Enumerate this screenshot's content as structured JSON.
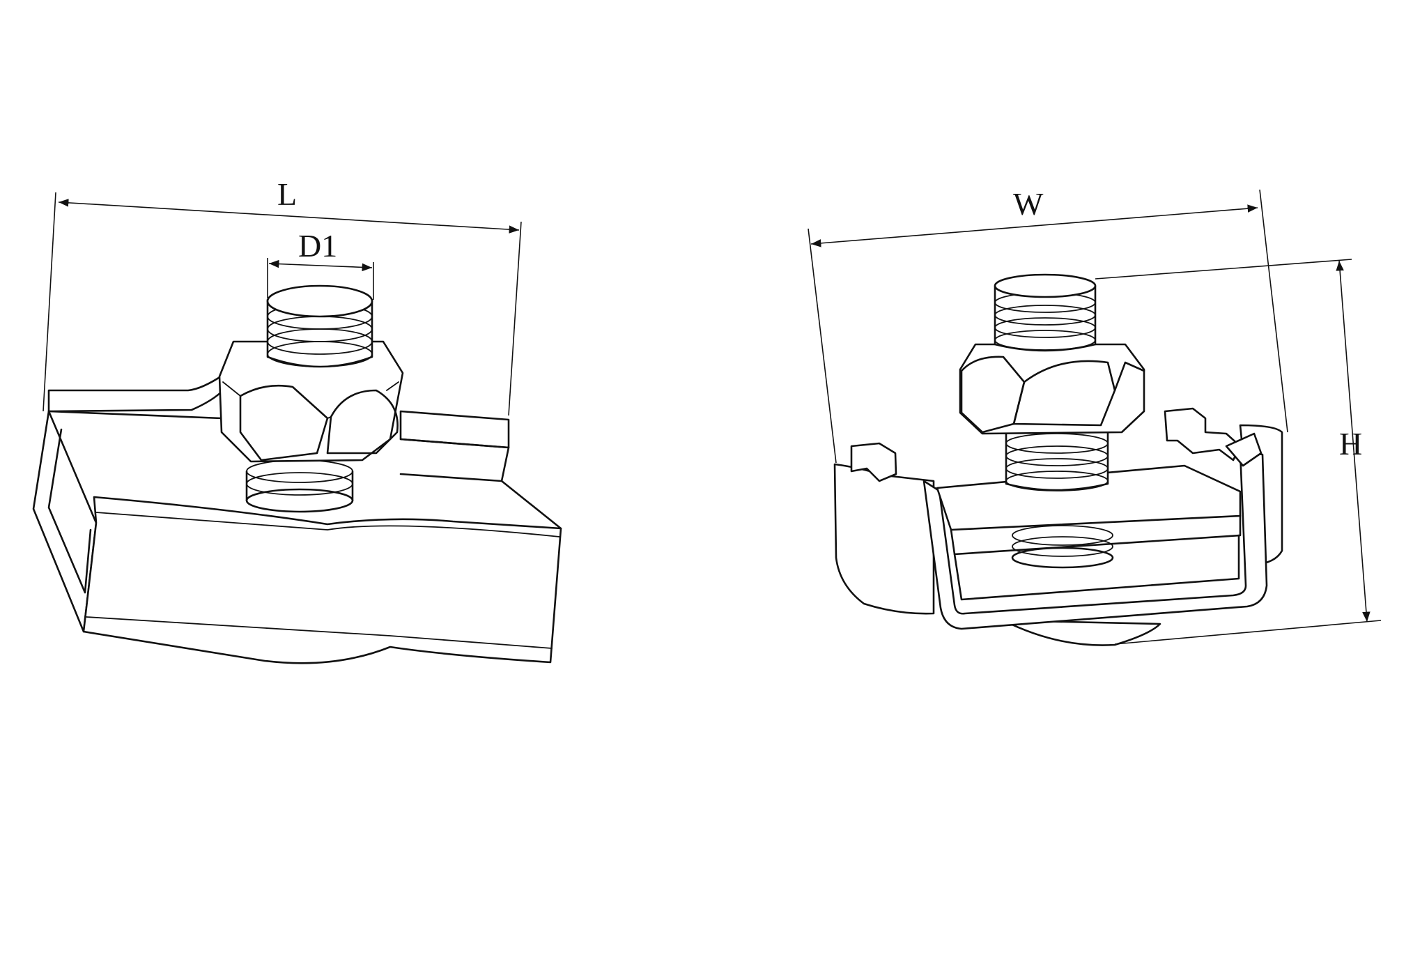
{
  "diagram": {
    "labels": {
      "length": "L",
      "thread_diameter": "D1",
      "width": "W",
      "height": "H"
    },
    "colors": {
      "line": "#111111",
      "background": "#ffffff"
    }
  }
}
